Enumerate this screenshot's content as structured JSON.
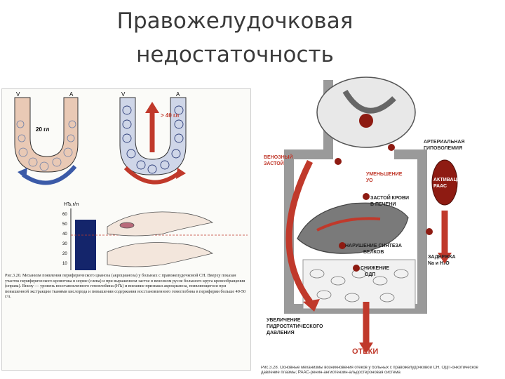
{
  "title": {
    "line1": "Правожелудочковая",
    "line2": "недостаточность"
  },
  "left_figure": {
    "top_labels": {
      "v_left": "V",
      "a_left": "A",
      "v_right": "V",
      "a_right": "A",
      "pressure_left": "20 гл",
      "pressure_right": "> 40 гл"
    },
    "bar_axis_label": "НЪ,г/л",
    "y_ticks": [
      "60",
      "50",
      "40",
      "30",
      "20",
      "10"
    ],
    "caption": "Рис.3.20. Механизм появления периферического цианоза (акроцианоза) у больных с правожелудочковой СН. Вверху показан участок периферического кровотока в норме (слева) и при выраженном застое в венозном русле большого круга кровообращения (справа). Внизу — уровень восстановленного гемоглобина (НЪ) и внешние признаки акроцианоза, появляющегося при повышенной экстракции тканями кислорода и повышении содержания восстановленного гемоглобина в периферии больше 40-50 г/л."
  },
  "right_figure": {
    "labels": {
      "venous_congestion": "ВЕНОЗНЫЙ\nЗАСТОЙ",
      "arterial_hypovolemia": "АРТЕРИАЛЬНАЯ\nГИПОВОЛЕМИЯ",
      "reduced_uo": "УМЕНЬШЕНИЕ\nУО",
      "activation_raas": "АКТИВАЦИЯ\nРААС",
      "liver_stasis": "ЗАСТОЙ КРОВИ\nВ ПЕЧЕНИ",
      "protein_synthesis": "НАРУШЕНИЕ СИНТЕЗА\nБЕЛКОВ",
      "reduced_odp": "СНИЖЕНИЕ\nОДП",
      "na_h2o": "ЗАДЕРЖКА\nNa и H₂O",
      "hydrostatic": "УВЕЛИЧЕНИЕ\nГИДРОСТАТИЧЕСКОГО\nДАВЛЕНИЯ",
      "edema": "ОТЕКИ"
    },
    "caption": "Рис.3.28. Основные механизмы возникновения отеков у больных с правожелудочковой СН. ОДП-онкотическое давление плазмы; РААС-ренин-ангиотензин-альдостероновая система"
  },
  "colors": {
    "title": "#3a3a3a",
    "red": "#c0392b",
    "dark_red": "#8e1b12",
    "blue": "#3b5aa8",
    "gray": "#9a9a9a",
    "navy_bar": "#14256b"
  }
}
